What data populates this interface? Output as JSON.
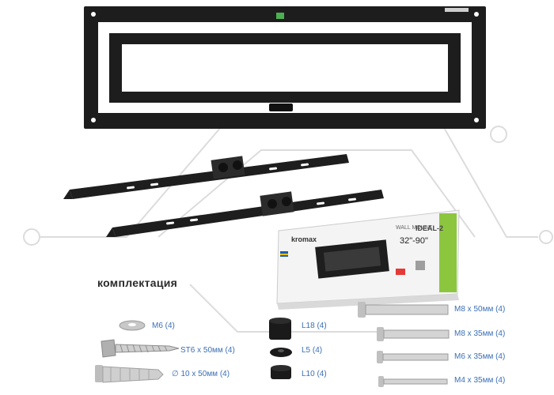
{
  "section_title": "комплектация",
  "box": {
    "brand": "kromax",
    "model": "IDEAL-2",
    "size": "32\"-90\"",
    "mount_type": "WALL MOUNT"
  },
  "parts": [
    {
      "id": "washer",
      "label": "M6 (4)"
    },
    {
      "id": "lag_bolt",
      "label": "ST6 x 50мм (4)"
    },
    {
      "id": "anchor",
      "label": "∅ 10 x 50мм (4)"
    },
    {
      "id": "spacer_l18",
      "label": "L18 (4)"
    },
    {
      "id": "spacer_l5",
      "label": "L5 (4)"
    },
    {
      "id": "spacer_l10",
      "label": "L10 (4)"
    },
    {
      "id": "bolt_m8_50",
      "label": "M8 x 50мм (4)"
    },
    {
      "id": "bolt_m8_35",
      "label": "M8 x 35мм (4)"
    },
    {
      "id": "bolt_m6_35",
      "label": "M6 x 35мм (4)"
    },
    {
      "id": "bolt_m4_35",
      "label": "M4 x 35мм (4)"
    }
  ],
  "colors": {
    "metal": "#1b1b1b",
    "label_blue": "#3b6fb5",
    "watermark": "#d9d9d9",
    "box_green": "#8cc63f"
  }
}
